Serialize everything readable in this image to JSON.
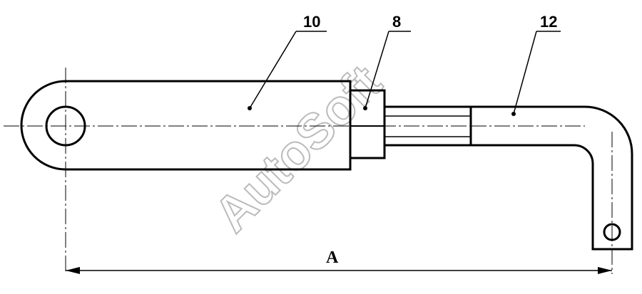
{
  "labels": {
    "part_10": "10",
    "part_8": "8",
    "part_12": "12"
  },
  "dimension": {
    "label": "A"
  },
  "watermark": "AutoSoft",
  "colors": {
    "line": "#000000",
    "watermark": "#bbbbbb"
  }
}
